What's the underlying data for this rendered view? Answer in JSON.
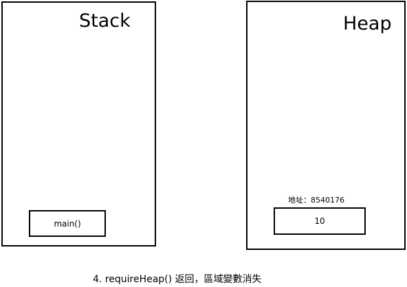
{
  "stack": {
    "title": "Stack",
    "frames": [
      {
        "label": "main()"
      }
    ]
  },
  "heap": {
    "title": "Heap",
    "object": {
      "address_label": "地址：8540176",
      "value": "10"
    }
  },
  "caption": "4. requireHeap() 返回，區域變數消失"
}
